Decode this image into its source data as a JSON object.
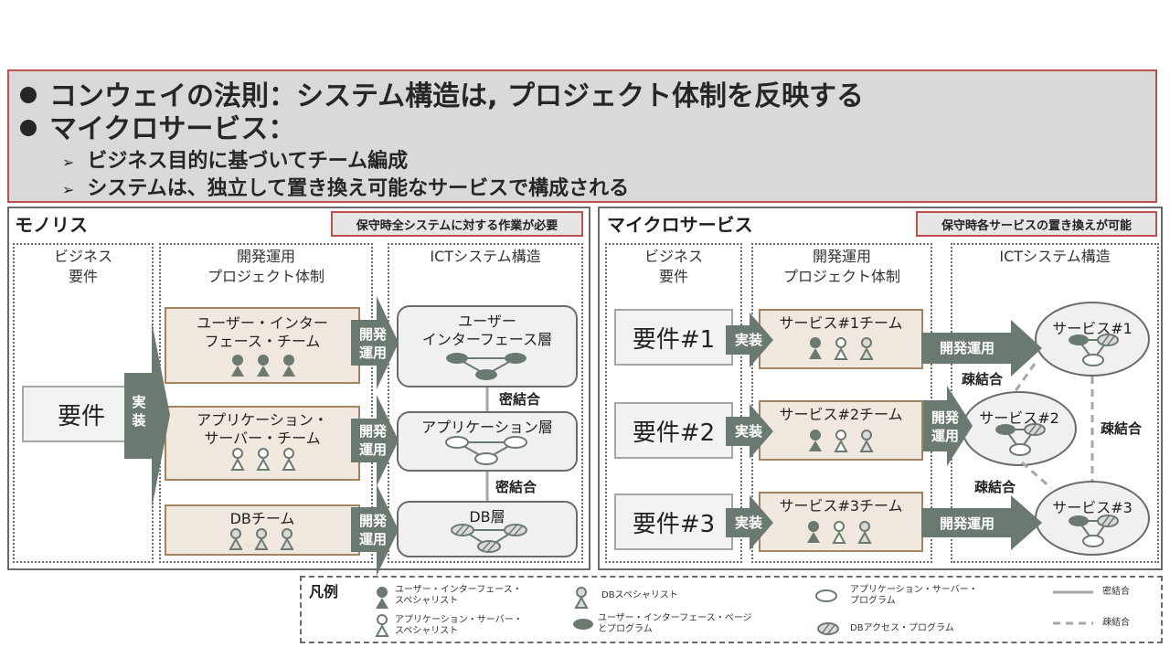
{
  "header": {
    "line1": "コンウェイの法則：システム構造は, プロジェクト体制を反映する",
    "line2": "マイクロサービス：",
    "sub1": "ビジネス目的に基づいてチーム編成",
    "sub2": "システムは、独立して置き換え可能なサービスで構成される"
  },
  "monolith": {
    "title": "モノリス",
    "note": "保守時全システムに対する作業が必要",
    "col_business": "ビジネス\n要件",
    "col_project": "開発運用\nプロジェクト体制",
    "col_ict": "ICTシステム構造",
    "requirement": "要件",
    "implement_label": "実\n装",
    "teams": [
      "ユーザー・インター\nフェース・チーム",
      "アプリケーション・\nサーバー・チーム",
      "DBチーム"
    ],
    "devops_label": "開発\n運用",
    "layers": [
      "ユーザー\nインターフェース層",
      "アプリケーション層",
      "DB層"
    ],
    "tight": "密結合"
  },
  "micro": {
    "title": "マイクロサービス",
    "note": "保守時各サービスの置き換えが可能",
    "col_business": "ビジネス\n要件",
    "col_project": "開発運用\nプロジェクト体制",
    "col_ict": "ICTシステム構造",
    "requirements": [
      "要件#1",
      "要件#2",
      "要件#3"
    ],
    "implement_label": "実装",
    "teams": [
      "サービス#1チーム",
      "サービス#2チーム",
      "サービス#3チーム"
    ],
    "devops_label": "開発運用",
    "devops_label2": "開発\n運用",
    "services": [
      "サービス#1",
      "サービス#2",
      "サービス#3"
    ],
    "loose": "疎結合"
  },
  "legend": {
    "title": "凡例",
    "ui_specialist": "ユーザー・インターフェース・\nスペシャリスト",
    "app_specialist": "アプリケーション・サーバー・\nスペシャリスト",
    "db_specialist": "DBスペシャリスト",
    "ui_program": "ユーザー・インターフェース・ページ\nとプログラム",
    "app_program": "アプリケーション・サーバー・\nプログラム",
    "db_program": "DBアクセス・プログラム",
    "tight": "密結合",
    "loose": "疎結合"
  },
  "colors": {
    "accent_red": "#c0504d",
    "arrow": "#6b7a71",
    "team_fill": "#f0e7de"
  }
}
